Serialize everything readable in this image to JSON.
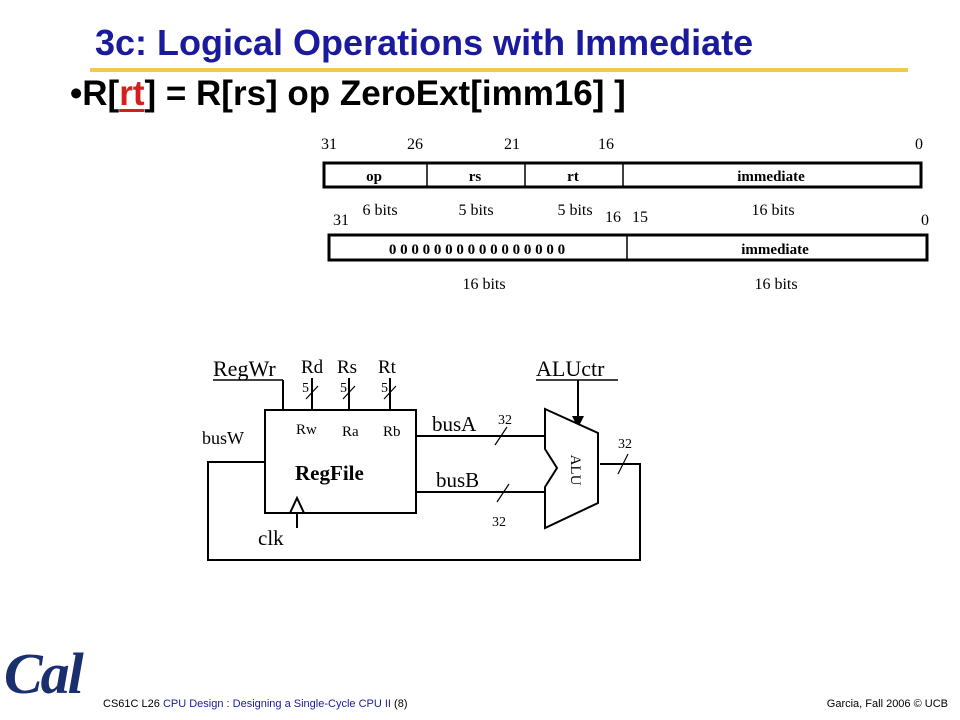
{
  "slide": {
    "title": "3c: Logical Operations with Immediate",
    "bullet_prefix": "R[",
    "bullet_rt": "rt",
    "bullet_suffix": "] = R[rs] op ZeroExt[imm16] ]"
  },
  "instr_format": {
    "bit_labels": [
      "31",
      "26",
      "21",
      "16",
      "0"
    ],
    "fields": [
      "op",
      "rs",
      "rt",
      "immediate"
    ],
    "sizes": [
      "6 bits",
      "5 bits",
      "5 bits",
      "16 bits"
    ]
  },
  "zeroext_format": {
    "bit_labels": [
      "31",
      "16",
      "15",
      "0"
    ],
    "zeros": "0 0 0 0 0 0 0 0 0 0 0 0 0 0 0 0",
    "immediate": "immediate",
    "sizes": [
      "16 bits",
      "16 bits"
    ]
  },
  "datapath": {
    "regwr": "RegWr",
    "rd": "Rd",
    "rs": "Rs",
    "rt": "Rt",
    "width5": "5",
    "aluctr": "ALUctr",
    "busw": "busW",
    "rw": "Rw",
    "ra": "Ra",
    "rb": "Rb",
    "regfile": "RegFile",
    "busa": "busA",
    "busb": "busB",
    "width32": "32",
    "alu": "ALU",
    "clk": "clk"
  },
  "footer": {
    "course": "CS61C L26",
    "topic": "CPU Design : Designing a Single-Cycle CPU II",
    "lecture": "(8)",
    "right": "Garcia, Fall 2006 © UCB",
    "logo": "Cal"
  },
  "colors": {
    "title": "#1a1a9c",
    "rule": "#f2c94c",
    "highlight": "#d41f1f"
  }
}
